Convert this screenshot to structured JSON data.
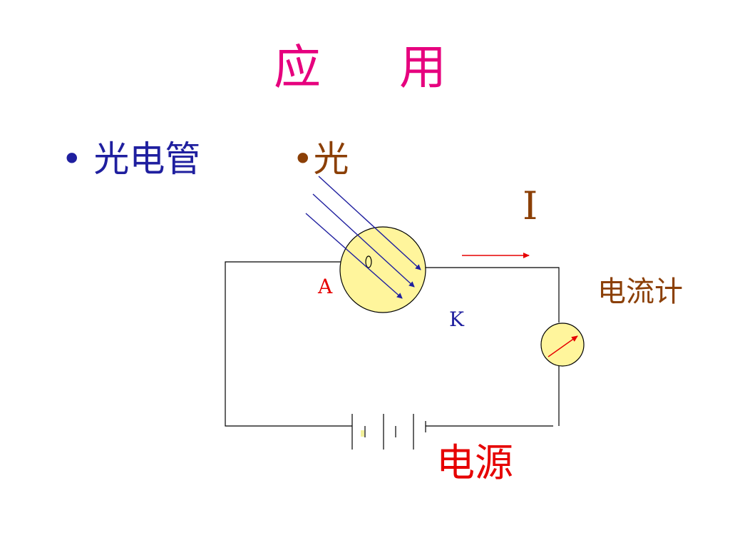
{
  "title": {
    "part1": "应",
    "part2": "用"
  },
  "bullets": [
    {
      "text": "• 光电管",
      "color": "#1f1f9f"
    },
    {
      "text": "•光",
      "color": "#8b3f06"
    }
  ],
  "labels": {
    "current": "I",
    "anode": "A",
    "cathode": "K",
    "galvanometer": "电流计",
    "power_source": "电源"
  },
  "colors": {
    "title": "#e6007e",
    "wire": "#000000",
    "light_rays": "#1f1f9f",
    "current_arrow": "#e60000",
    "tube_fill": "#fff59c",
    "meter_fill": "#fff59c"
  }
}
